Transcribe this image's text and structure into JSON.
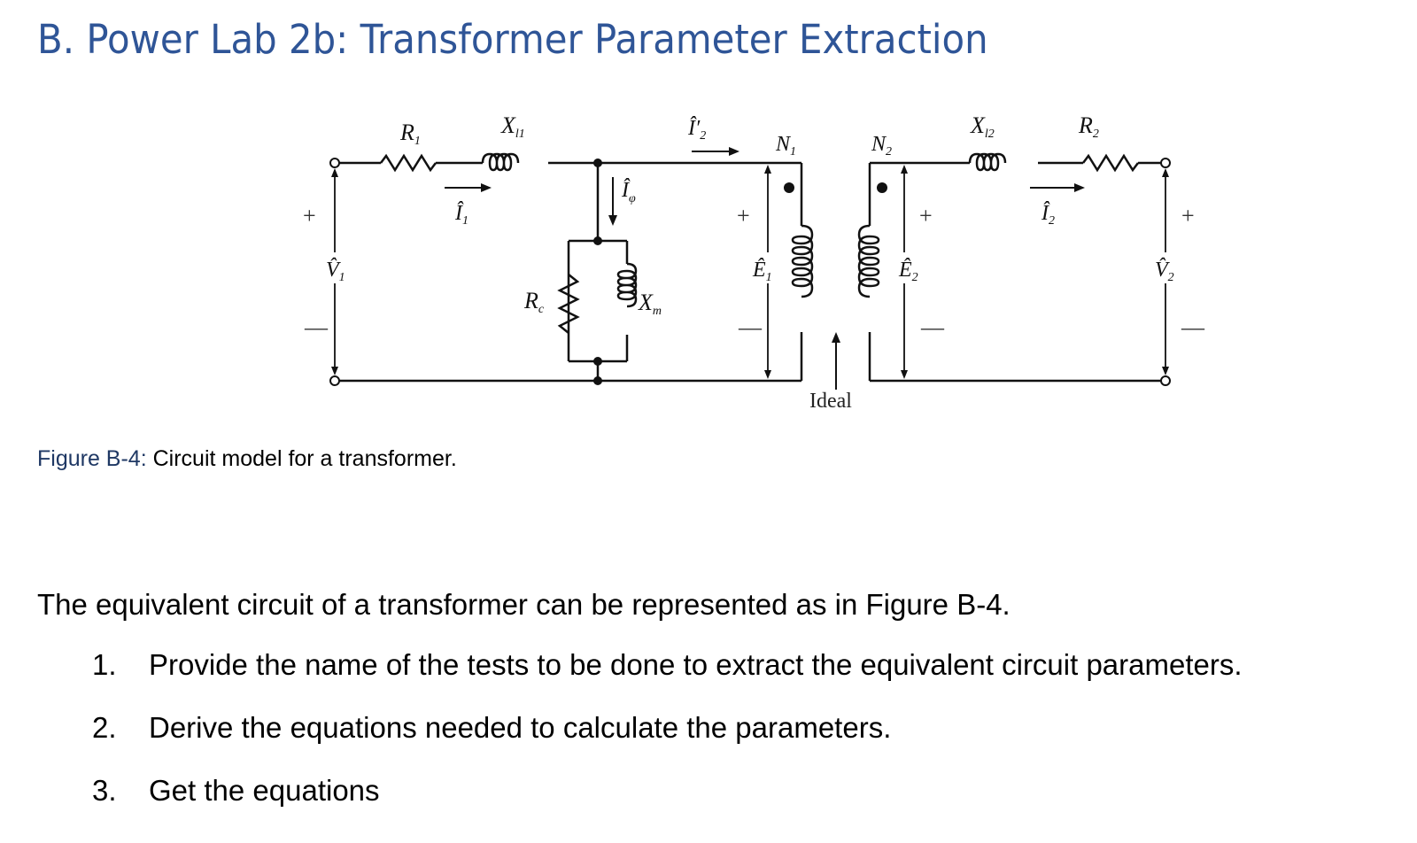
{
  "heading": {
    "title": "B. Power Lab 2b: Transformer Parameter Extraction"
  },
  "figure": {
    "caption_label": "Figure B-4:",
    "caption_text": " Circuit model for a transformer.",
    "labels": {
      "R1": "R",
      "R1_sub": "1",
      "Xl1": "X",
      "Xl1_sub": "l1",
      "I1": "Î",
      "I1_sub": "1",
      "Iphi": "Î",
      "Iphi_sub": "φ",
      "Rc": "R",
      "Rc_sub": "c",
      "Xm": "X",
      "Xm_sub": "m",
      "I2p": "Î′",
      "I2p_sub": "2",
      "N1": "N",
      "N1_sub": "1",
      "N2": "N",
      "N2_sub": "2",
      "E1": "Ê",
      "E1_sub": "1",
      "E2": "Ê",
      "E2_sub": "2",
      "Xl2": "X",
      "Xl2_sub": "l2",
      "R2": "R",
      "R2_sub": "2",
      "I2": "Î",
      "I2_sub": "2",
      "V1": "V̂",
      "V1_sub": "1",
      "V2": "V̂",
      "V2_sub": "2",
      "ideal": "Ideal",
      "plus": "+",
      "minus": "—"
    }
  },
  "body": {
    "intro": "The equivalent circuit of a transformer can be represented as in Figure B-4.",
    "items": [
      {
        "num": "1.",
        "text": "Provide the name of the tests to be done to extract the equivalent circuit parameters."
      },
      {
        "num": "2.",
        "text": "Derive the equations needed to calculate the parameters."
      },
      {
        "num": "3.",
        "text": "Get the equations"
      }
    ]
  }
}
